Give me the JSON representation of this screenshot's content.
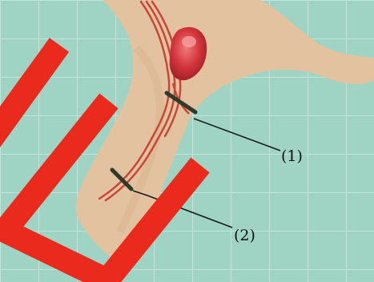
{
  "labels": {
    "marker_1": "(1)",
    "marker_2": "(2)"
  },
  "colors": {
    "background": "#9fd3c4",
    "grid_line": "#bfe5db",
    "limb": "#e3c29f",
    "nerve": "#c9473a",
    "swelling": "#d2343b",
    "ligature": "#2f3a2a",
    "overlay_mark": "#ea2a1c"
  },
  "icons": {
    "limb": "frog-hindlimb",
    "nerve": "sciatic-nerve",
    "swelling": "muscle-belly",
    "overlay": "red-e-letter-mark"
  }
}
